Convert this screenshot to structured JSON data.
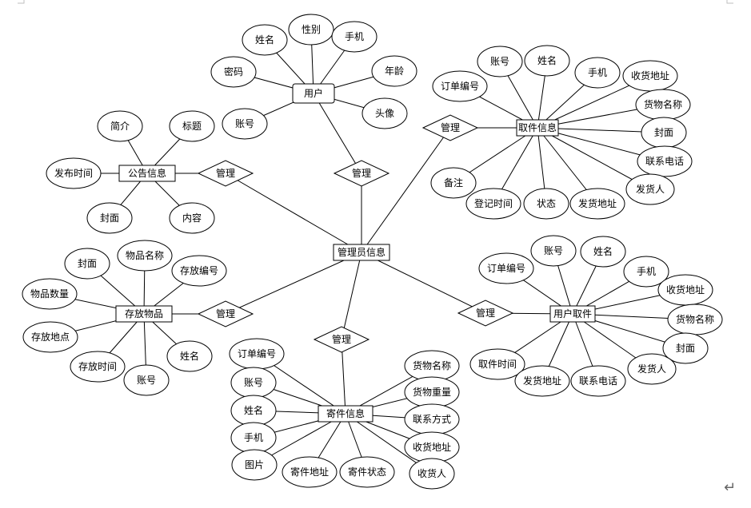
{
  "entities": [
    {
      "id": "user",
      "label": "用户"
    },
    {
      "id": "notice",
      "label": "公告信息"
    },
    {
      "id": "pickup",
      "label": "取件信息"
    },
    {
      "id": "admin",
      "label": "管理员信息"
    },
    {
      "id": "storage",
      "label": "存放物品"
    },
    {
      "id": "userpick",
      "label": "用户取件"
    },
    {
      "id": "send",
      "label": "寄件信息"
    }
  ],
  "relationships": [
    {
      "id": "rel_notice",
      "label": "管理",
      "links": [
        "notice",
        "admin"
      ]
    },
    {
      "id": "rel_user",
      "label": "管理",
      "links": [
        "user",
        "admin"
      ]
    },
    {
      "id": "rel_pickup",
      "label": "管理",
      "links": [
        "pickup",
        "admin"
      ]
    },
    {
      "id": "rel_storage",
      "label": "管理",
      "links": [
        "storage",
        "admin"
      ]
    },
    {
      "id": "rel_send",
      "label": "管理",
      "links": [
        "send",
        "admin"
      ]
    },
    {
      "id": "rel_userpick",
      "label": "管理",
      "links": [
        "userpick",
        "admin"
      ]
    }
  ],
  "attributes": [
    {
      "id": "u_name",
      "label": "姓名",
      "owner": "user"
    },
    {
      "id": "u_gender",
      "label": "性别",
      "owner": "user"
    },
    {
      "id": "u_phone",
      "label": "手机",
      "owner": "user"
    },
    {
      "id": "u_pwd",
      "label": "密码",
      "owner": "user"
    },
    {
      "id": "u_age",
      "label": "年龄",
      "owner": "user"
    },
    {
      "id": "u_acct",
      "label": "账号",
      "owner": "user"
    },
    {
      "id": "u_avatar",
      "label": "头像",
      "owner": "user"
    },
    {
      "id": "n_intro",
      "label": "简介",
      "owner": "notice"
    },
    {
      "id": "n_title",
      "label": "标题",
      "owner": "notice"
    },
    {
      "id": "n_time",
      "label": "发布时间",
      "owner": "notice"
    },
    {
      "id": "n_cover",
      "label": "封面",
      "owner": "notice"
    },
    {
      "id": "n_content",
      "label": "内容",
      "owner": "notice"
    },
    {
      "id": "p_order",
      "label": "订单编号",
      "owner": "pickup"
    },
    {
      "id": "p_acct",
      "label": "账号",
      "owner": "pickup"
    },
    {
      "id": "p_name",
      "label": "姓名",
      "owner": "pickup"
    },
    {
      "id": "p_phone",
      "label": "手机",
      "owner": "pickup"
    },
    {
      "id": "p_addr",
      "label": "收货地址",
      "owner": "pickup"
    },
    {
      "id": "p_goods",
      "label": "货物名称",
      "owner": "pickup"
    },
    {
      "id": "p_cover",
      "label": "封面",
      "owner": "pickup"
    },
    {
      "id": "p_tel",
      "label": "联系电话",
      "owner": "pickup"
    },
    {
      "id": "p_sender",
      "label": "发货人",
      "owner": "pickup"
    },
    {
      "id": "p_note",
      "label": "备注",
      "owner": "pickup"
    },
    {
      "id": "p_regtime",
      "label": "登记时间",
      "owner": "pickup"
    },
    {
      "id": "p_status",
      "label": "状态",
      "owner": "pickup"
    },
    {
      "id": "p_saddr",
      "label": "发货地址",
      "owner": "pickup"
    },
    {
      "id": "s_cover",
      "label": "封面",
      "owner": "storage"
    },
    {
      "id": "s_goods",
      "label": "物品名称",
      "owner": "storage"
    },
    {
      "id": "s_no",
      "label": "存放编号",
      "owner": "storage"
    },
    {
      "id": "s_qty",
      "label": "物品数量",
      "owner": "storage"
    },
    {
      "id": "s_place",
      "label": "存放地点",
      "owner": "storage"
    },
    {
      "id": "s_time",
      "label": "存放时间",
      "owner": "storage"
    },
    {
      "id": "s_acct",
      "label": "账号",
      "owner": "storage"
    },
    {
      "id": "s_name",
      "label": "姓名",
      "owner": "storage"
    },
    {
      "id": "up_order",
      "label": "订单编号",
      "owner": "userpick"
    },
    {
      "id": "up_acct",
      "label": "账号",
      "owner": "userpick"
    },
    {
      "id": "up_name",
      "label": "姓名",
      "owner": "userpick"
    },
    {
      "id": "up_phone",
      "label": "手机",
      "owner": "userpick"
    },
    {
      "id": "up_addr",
      "label": "收货地址",
      "owner": "userpick"
    },
    {
      "id": "up_goods",
      "label": "货物名称",
      "owner": "userpick"
    },
    {
      "id": "up_cover",
      "label": "封面",
      "owner": "userpick"
    },
    {
      "id": "up_time",
      "label": "取件时间",
      "owner": "userpick"
    },
    {
      "id": "up_saddr",
      "label": "发货地址",
      "owner": "userpick"
    },
    {
      "id": "up_tel",
      "label": "联系电话",
      "owner": "userpick"
    },
    {
      "id": "up_sender",
      "label": "发货人",
      "owner": "userpick"
    },
    {
      "id": "sd_order",
      "label": "订单编号",
      "owner": "send"
    },
    {
      "id": "sd_acct",
      "label": "账号",
      "owner": "send"
    },
    {
      "id": "sd_name",
      "label": "姓名",
      "owner": "send"
    },
    {
      "id": "sd_phone",
      "label": "手机",
      "owner": "send"
    },
    {
      "id": "sd_pic",
      "label": "图片",
      "owner": "send"
    },
    {
      "id": "sd_saddr",
      "label": "寄件地址",
      "owner": "send"
    },
    {
      "id": "sd_status",
      "label": "寄件状态",
      "owner": "send"
    },
    {
      "id": "sd_goods",
      "label": "货物名称",
      "owner": "send"
    },
    {
      "id": "sd_weight",
      "label": "货物重量",
      "owner": "send"
    },
    {
      "id": "sd_contact",
      "label": "联系方式",
      "owner": "send"
    },
    {
      "id": "sd_raddr",
      "label": "收货地址",
      "owner": "send"
    },
    {
      "id": "sd_receiver",
      "label": "收货人",
      "owner": "send"
    }
  ]
}
